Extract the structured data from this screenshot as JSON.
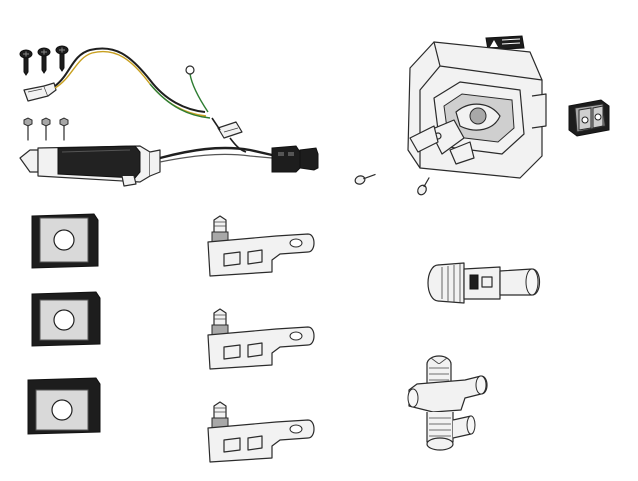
{
  "diagram": {
    "parts": [
      {
        "id": "screws",
        "icon": "phillips-screw-icon",
        "count": 3
      },
      {
        "id": "bolts",
        "icon": "hex-bolt-icon",
        "count": 3
      },
      {
        "id": "wire-harness",
        "icon": "wire-harness-icon",
        "wire_colors": [
          "#1f1f1f",
          "#c8a020",
          "#2e7d32"
        ]
      },
      {
        "id": "actuator-motor",
        "icon": "linear-actuator-icon"
      },
      {
        "id": "connector-plug",
        "icon": "connector-plug-icon"
      },
      {
        "id": "lock-housing",
        "icon": "lock-housing-icon"
      },
      {
        "id": "warning-sticker",
        "icon": "warning-sticker-icon",
        "text": ""
      },
      {
        "id": "spacer-pads",
        "icon": "spacer-pad-stack-icon"
      },
      {
        "id": "loose-screws",
        "icon": "small-screw-icon",
        "count": 2
      },
      {
        "id": "square-pads",
        "icon": "square-pad-icon",
        "count": 3
      },
      {
        "id": "striker-brackets",
        "icon": "striker-bracket-icon",
        "count": 3
      },
      {
        "id": "lock-cylinder",
        "icon": "lock-cylinder-icon"
      },
      {
        "id": "valve-fitting",
        "icon": "valve-fitting-icon"
      }
    ],
    "colors": {
      "ink": "#2b2b2b",
      "pad_face": "#d9d9d9",
      "pad_rim": "#1d1d1d",
      "wire_yellow": "#c8a020",
      "wire_green": "#2e7d32"
    }
  }
}
